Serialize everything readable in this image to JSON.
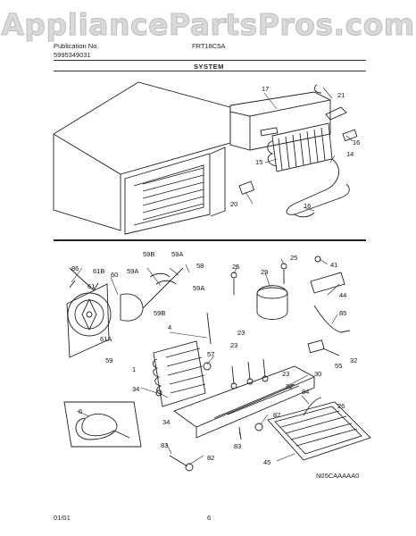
{
  "watermark": "AppliancePartsPros.com",
  "header": {
    "publication_label": "Publication No.",
    "publication_number": "5995349031",
    "model": "FRT18C5A",
    "section": "SYSTEM"
  },
  "callouts": [
    "17",
    "21",
    "16",
    "15",
    "14",
    "20",
    "16",
    "86",
    "61B",
    "60",
    "59B",
    "59A",
    "58",
    "59A",
    "61",
    "59A",
    "59B",
    "61A",
    "59",
    "25",
    "29",
    "25",
    "41",
    "44",
    "85",
    "4",
    "57",
    "23",
    "23",
    "23",
    "55",
    "32",
    "30",
    "1",
    "34",
    "22",
    "84",
    "26",
    "6",
    "34",
    "82",
    "83",
    "83",
    "82",
    "45"
  ],
  "footer": {
    "date": "01/01",
    "page": "6",
    "code": "N05CAAAAA0"
  }
}
